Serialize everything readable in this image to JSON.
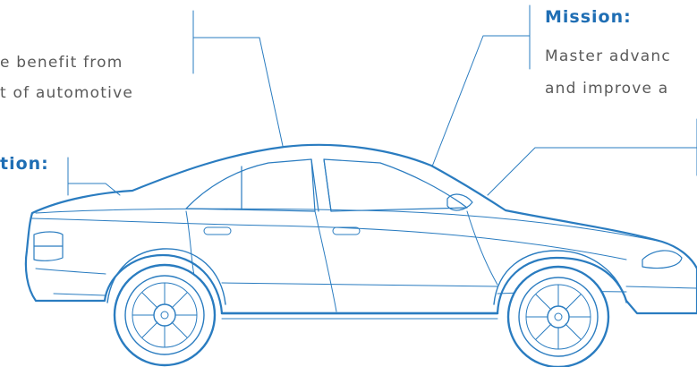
{
  "left_callout": {
    "line1": "e benefit from",
    "line2": "t of automotive"
  },
  "vision_callout": {
    "heading": "tion:"
  },
  "mission_callout": {
    "heading": "Mission:",
    "line1": "Master advanc",
    "line2": "and improve a"
  },
  "colors": {
    "accent": "#1f6eb4",
    "stroke": "#2a7cc0",
    "text": "#5a5a5a",
    "background": "#ffffff"
  }
}
